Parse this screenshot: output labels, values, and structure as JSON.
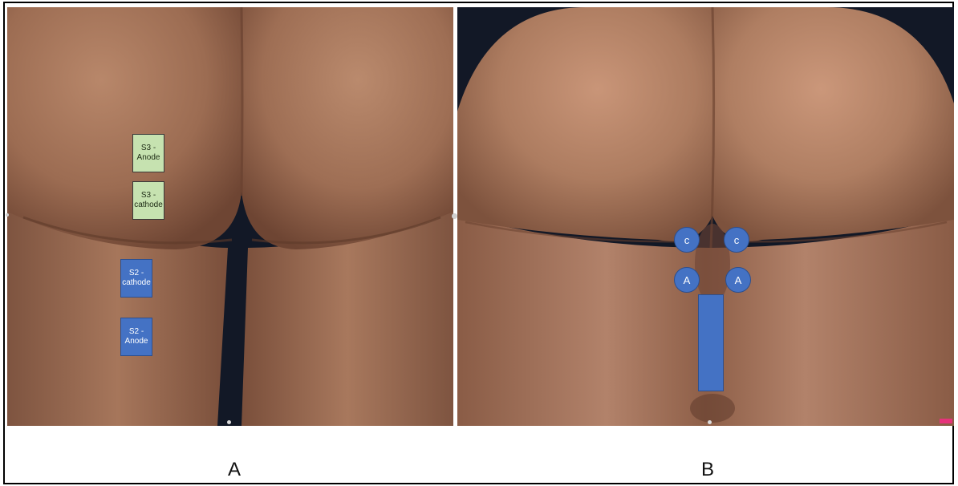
{
  "figure": {
    "panels": [
      {
        "label": "A",
        "electrodes": [
          {
            "text": "S3 - Anode",
            "color": "#c6e2b0"
          },
          {
            "text": "S3 - cathode",
            "color": "#c6e2b0"
          },
          {
            "text": "S2 - cathode",
            "color": "#4472c4"
          },
          {
            "text": "S2 - Anode",
            "color": "#4472c4"
          }
        ]
      },
      {
        "label": "B",
        "electrodes": [
          {
            "text": "c",
            "color": "#4472c4"
          },
          {
            "text": "c",
            "color": "#4472c4"
          },
          {
            "text": "A",
            "color": "#4472c4"
          },
          {
            "text": "A",
            "color": "#4472c4"
          }
        ],
        "reference_pad_color": "#4472c4"
      }
    ]
  }
}
